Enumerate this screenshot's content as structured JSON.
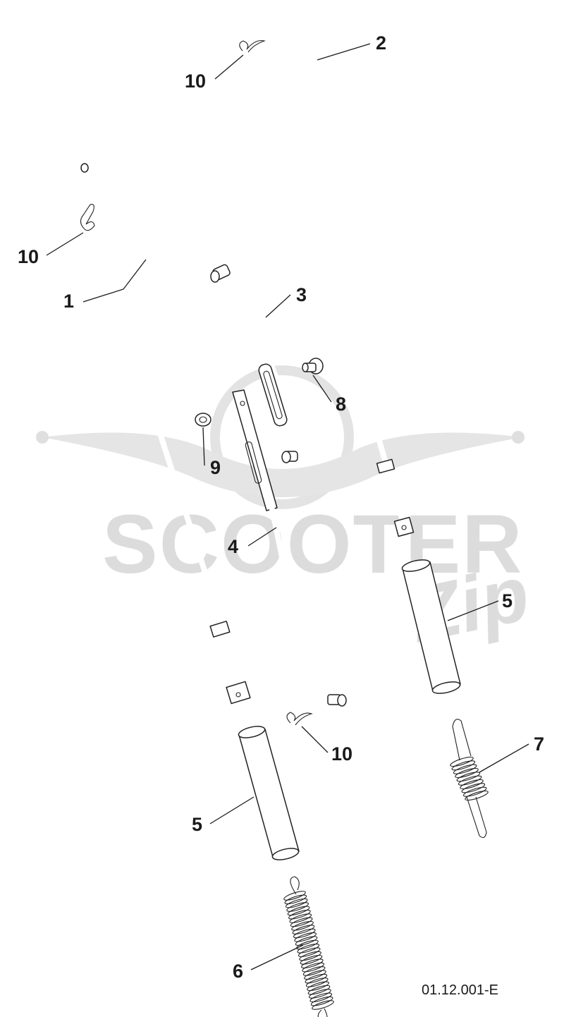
{
  "diagram": {
    "callouts": [
      {
        "id": "c-1",
        "label": "1"
      },
      {
        "id": "c-2",
        "label": "2"
      },
      {
        "id": "c-3",
        "label": "3"
      },
      {
        "id": "c-4",
        "label": "4"
      },
      {
        "id": "c-5a",
        "label": "5"
      },
      {
        "id": "c-5b",
        "label": "5"
      },
      {
        "id": "c-6",
        "label": "6"
      },
      {
        "id": "c-7",
        "label": "7"
      },
      {
        "id": "c-8",
        "label": "8"
      },
      {
        "id": "c-9",
        "label": "9"
      },
      {
        "id": "c-10a",
        "label": "10"
      },
      {
        "id": "c-10b",
        "label": "10"
      },
      {
        "id": "c-10c",
        "label": "10"
      }
    ],
    "drawing_code": "01.12.001-E"
  },
  "watermark": {
    "brand": "SCOOTER",
    "script": "Zip",
    "color": "#d9d9d9"
  }
}
